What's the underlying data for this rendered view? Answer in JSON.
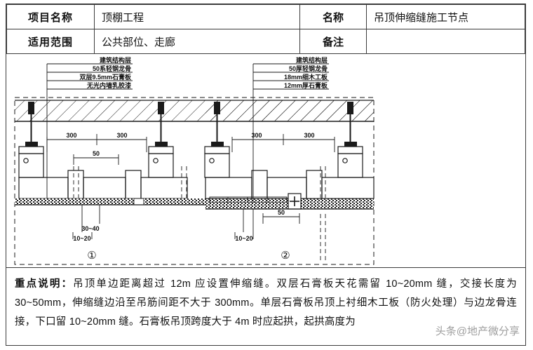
{
  "header": {
    "rows": [
      {
        "label": "项目名称",
        "value": "顶棚工程",
        "label2": "名称",
        "value2": "吊顶伸缩缝施工节点"
      },
      {
        "label": "适用范围",
        "value": "公共部位、走廊",
        "label2": "备注",
        "value2": ""
      }
    ]
  },
  "drawing": {
    "left": {
      "figure_number": "①",
      "layers": [
        "建筑结构层",
        "50系轻钢龙骨",
        "双层9.5mm石膏板",
        "无光内墙乳胶漆"
      ],
      "dimensions": {
        "span_left": "300",
        "span_right": "300",
        "gap_top": "50",
        "gap_mid": "30~40",
        "gap_bottom": "10~20"
      }
    },
    "right": {
      "figure_number": "②",
      "layers": [
        "建筑结构层",
        "50厚轻钢龙骨",
        "18mm细木工板",
        "12mm厚石膏板"
      ],
      "dimensions": {
        "span_left": "300",
        "span_right": "300",
        "gap_top": "50",
        "gap_mid": "50",
        "gap_bottom": "10~20"
      }
    }
  },
  "note": {
    "lead": "重点说明：",
    "body": "吊顶单边距离超过 12m 应设置伸缩缝。双层石膏板天花需留 10~20mm 缝，交接长度为 30~50mm，伸缩缝边沿至吊筋间距不大于 300mm。单层石膏板吊顶上衬细木工板（防火处理）与边龙骨连接，下口留 10~20mm 缝。石膏板吊顶跨度大于 4m 时应起拱，起拱高度为",
    "watermark": "头条@地产微分享"
  },
  "colors": {
    "line": "#1a1a1a",
    "border": "#3c3c3c",
    "hatch": "#222222",
    "watermark": "#8e8e8e"
  }
}
